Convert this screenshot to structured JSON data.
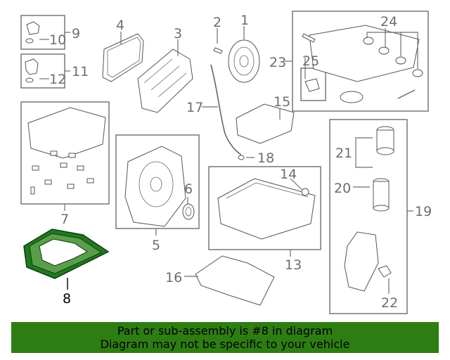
{
  "diagram": {
    "callouts": {
      "c1": "1",
      "c2": "2",
      "c3": "3",
      "c4": "4",
      "c5": "5",
      "c6": "6",
      "c7": "7",
      "c8": "8",
      "c9": "9",
      "c10": "10",
      "c11": "11",
      "c12": "12",
      "c13": "13",
      "c14": "14",
      "c15": "15",
      "c16": "16",
      "c17": "17",
      "c18": "18",
      "c19": "19",
      "c20": "20",
      "c21": "21",
      "c22": "22",
      "c23": "23",
      "c24": "24",
      "c25": "25"
    },
    "highlighted_part": "8",
    "highlight_color": "#1f7a1f"
  },
  "banner": {
    "line1": "Part or sub-assembly is #8 in diagram",
    "line2": "Diagram may not be specific to your vehicle",
    "background": "#2e7d12"
  }
}
